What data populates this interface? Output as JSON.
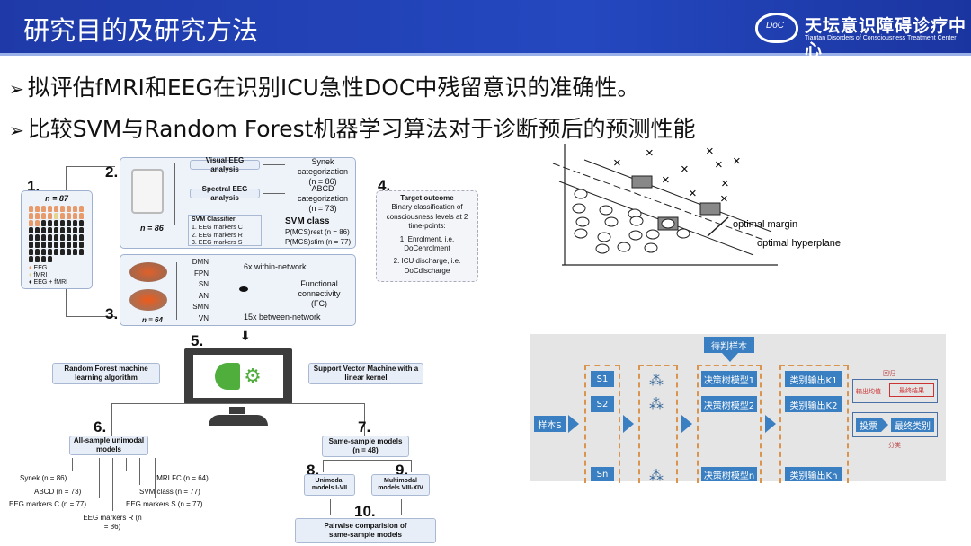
{
  "header": {
    "title": "研究目的及研究方法",
    "logo_cn": "天坛意识障碍诊疗中心",
    "logo_en": "Tiantan Disorders of Consciousness Treatment Center",
    "logo_mark": "DoC"
  },
  "bullets": [
    {
      "marker": "➢",
      "text": "拟评估fMRI和EEG在识别ICU急性DOC中残留意识的准确性。"
    },
    {
      "marker": "➢",
      "text": "比较SVM与Random Forest机器学习算法对于诊断预后的预测性能"
    }
  ],
  "flow": {
    "s1": {
      "num": "1.",
      "n": "n = 87",
      "legend": [
        "EEG",
        "fMRI",
        "EEG + fMRI"
      ]
    },
    "s2": {
      "num": "2.",
      "n": "n = 86",
      "visual": "Visual EEG analysis",
      "synek": [
        "Synek",
        "categorization",
        "(n = 86)"
      ],
      "spectral": "Spectral EEG analysis",
      "abcd": [
        "ABCD",
        "categorization",
        "(n = 73)"
      ],
      "svm_title": "SVM Classifier",
      "svm_items": [
        "1. EEG markers C",
        "2. EEG markers R",
        "3. EEG markers S"
      ],
      "svm_class": "SVM class",
      "p_rest": "P(MCS)rest (n = 86)",
      "p_stim": "P(MCS)stim (n = 77)"
    },
    "s3": {
      "num": "3.",
      "n": "n = 64",
      "networks": [
        "DMN",
        "FPN",
        "SN",
        "AN",
        "SMN",
        "VN"
      ],
      "within": "6x within-network",
      "between": "15x between-network",
      "fc": [
        "Functional",
        "connectivity",
        "(FC)"
      ]
    },
    "s4": {
      "num": "4.",
      "title": "Target outcome",
      "desc": "Binary classification of consciousness levels at 2 time-points:",
      "t1": "1. Enrolment, i.e. DoCenrolment",
      "t2": "2. ICU discharge, i.e. DoCdischarge"
    },
    "s5": {
      "num": "5.",
      "rf": "Random Forest machine learning algorithm",
      "svm": "Support Vector Machine with a linear kernel"
    },
    "s6": {
      "num": "6.",
      "title": "All-sample unimodal models",
      "items": [
        "Synek (n = 86)",
        "ABCD (n = 73)",
        "EEG markers C (n = 77)",
        "EEG markers R (n = 86)",
        "fMRI FC (n = 64)",
        "SVM class (n = 77)",
        "EEG markers S (n = 77)"
      ]
    },
    "s7": {
      "num": "7.",
      "title": "Same-sample models",
      "n": "(n = 48)"
    },
    "s8": {
      "num": "8.",
      "title": "Unimodal models I-VII"
    },
    "s9": {
      "num": "9.",
      "title": "Multimodal models VIII-XIV"
    },
    "s10": {
      "num": "10.",
      "title": "Pairwise comparision of same-sample models"
    }
  },
  "svm_plot": {
    "margin_label": "optimal margin",
    "hyperplane_label": "optimal hyperplane"
  },
  "rf_diagram": {
    "pending": "待判样本",
    "sample": "样本S",
    "subsets": [
      "S1",
      "S2",
      "Sn"
    ],
    "trees": [
      "决策树模型1",
      "决策树模型2",
      "决策树模型n"
    ],
    "outputs": [
      "类别输出K1",
      "类别输出K2",
      "类别输出Kn"
    ],
    "regression": "回归",
    "mean": "输出均值",
    "final_result": "最终结果",
    "vote": "投票",
    "final_class": "最终类别",
    "classification": "分类"
  }
}
